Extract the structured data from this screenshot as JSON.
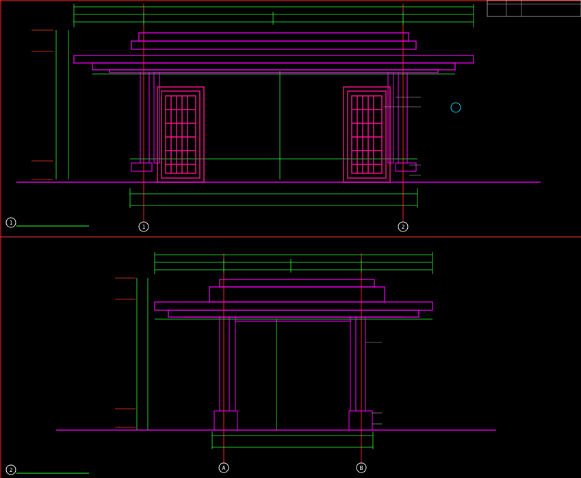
{
  "title_block": {
    "col1": "",
    "col2": "",
    "col3": ""
  },
  "front_elevation": {
    "marker": "1",
    "axis_left": "1",
    "axis_right": "2",
    "levels": [
      "",
      "",
      "",
      ""
    ],
    "callouts": [
      "",
      "",
      "",
      ""
    ],
    "section_mark": "",
    "title": "",
    "scale": ""
  },
  "side_elevation": {
    "marker": "2",
    "axis_left": "A",
    "axis_right": "B",
    "levels": [
      "",
      "",
      "",
      ""
    ],
    "callouts": [
      "",
      "",
      ""
    ],
    "note": "",
    "title": "",
    "scale": ""
  },
  "colors": {
    "background": "#000000",
    "structure": "#ff00ff",
    "panel": "#ff1493",
    "dimension": "#00ff00",
    "level": "#ff3b1d",
    "axis": "#ff2020",
    "frame": "#ff3030",
    "text": "#ffffff"
  }
}
